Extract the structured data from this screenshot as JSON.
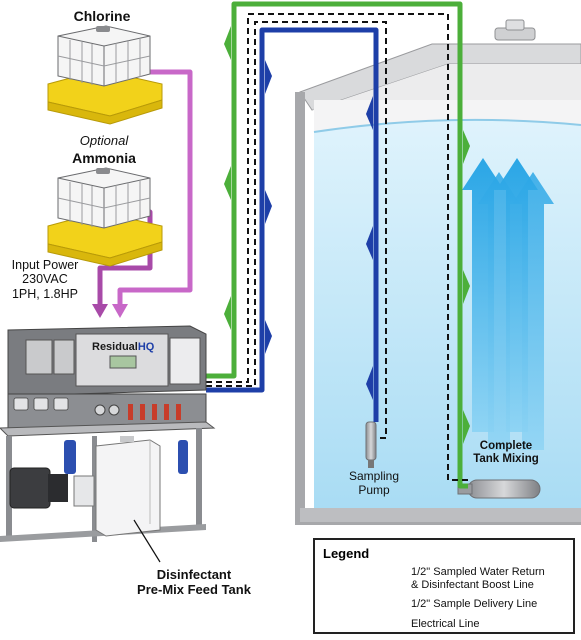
{
  "labels": {
    "chlorine": "Chlorine",
    "optional": "Optional",
    "ammonia": "Ammonia",
    "input_power_line1": "Input Power",
    "input_power_line2": "230VAC",
    "input_power_line3": "1PH, 1.8HP",
    "brand_residual": "Residual",
    "brand_hq": "HQ",
    "sampling_pump_line1": "Sampling",
    "sampling_pump_line2": "Pump",
    "mixing_line1": "Complete",
    "mixing_line2": "Tank Mixing",
    "feed_tank_line1": "Disinfectant",
    "feed_tank_line2": "Pre-Mix Feed Tank"
  },
  "legend": {
    "title": "Legend",
    "items": [
      {
        "line1": "1/2\" Sampled Water Return",
        "line2": "& Disinfectant Boost Line",
        "color": "#4caf3a"
      },
      {
        "line1": "1/2\" Sample Delivery Line",
        "line2": "",
        "color": "#1e3fa8"
      },
      {
        "line1": "Electrical Line",
        "line2": "",
        "color": "#111111"
      }
    ]
  },
  "colors": {
    "return_line": "#4caf3a",
    "delivery_line": "#1e3fa8",
    "chemical_line": "#c868c8",
    "water": "#bfe6f8",
    "mixing_arrows": "#36b4ec",
    "tote_tray": "#f2d21a"
  }
}
